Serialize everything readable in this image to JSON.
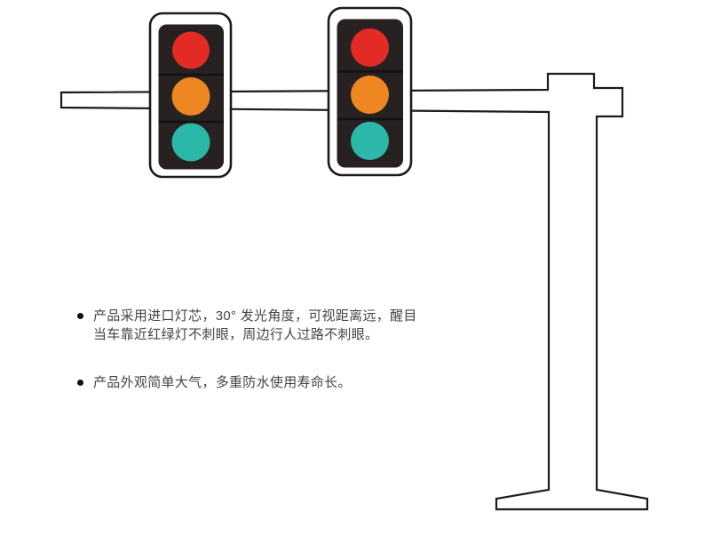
{
  "illustration": {
    "description": "traffic-signal-pole-drawing",
    "palette": {
      "outline": "#1b1b1b",
      "shell": "#ffffff",
      "housing": "#272122",
      "separator": "#151112",
      "red": "#e32a25",
      "yellow": "#ee8722",
      "green": "#2bb8a8"
    },
    "lamp_order": [
      "red",
      "yellow",
      "green"
    ]
  },
  "features": {
    "items": [
      {
        "text": "产品采用进口灯芯，30° 发光角度，可视距离远，醒目\n当车靠近红绿灯不刺眼，周边行人过路不刺眼。"
      },
      {
        "text": "产品外观简单大气，多重防水使用寿命长。"
      }
    ]
  }
}
